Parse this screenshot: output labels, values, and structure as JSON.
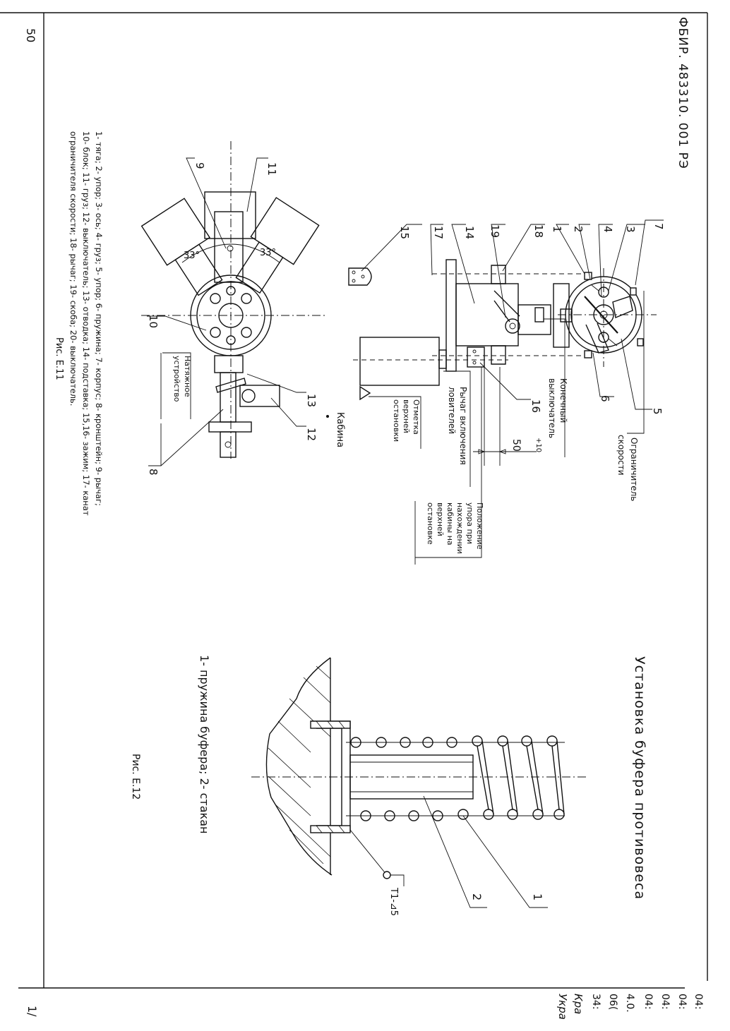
{
  "sheet": {
    "doc_code": "ФБИР. 483310. 001 РЭ",
    "page_number": "50",
    "bottom_mark": "1/",
    "margin_notes": [
      "04:",
      "04:",
      "04:",
      "04:",
      "4.0.",
      "06(",
      "34:",
      "Кра",
      "Укра"
    ]
  },
  "fig_e11": {
    "caption": "Рис. Е.11",
    "legend_lines": [
      "1- тяга; 2- упор; 3- ось; 4- груз; 5- упор; 6- пружина; 7- корпус; 8- кронштейн; 9- рычаг;",
      "10- блок; 11- груз; 12- выключатель; 13- отводка; 14- подставка; 15,16- зажим; 17- канат",
      "ограничителя скорости; 18- рычаг; 19- скоба; 20- выключатель."
    ],
    "labels": {
      "speed_limiter": [
        "Ограничитель",
        "скорости"
      ],
      "limit_switch": [
        "Конечный",
        "выключатель"
      ],
      "lever": [
        "Рычаг включения",
        "ловителей"
      ],
      "top_stop_mark": [
        "Отметка",
        "верхней",
        "остановки"
      ],
      "stop_position": [
        "Положение",
        "упора при",
        "нахождении",
        "кабины на",
        "верхней",
        "остановке"
      ],
      "cabin": "Кабина",
      "tensioner": [
        "Натяжное",
        "устройство"
      ]
    },
    "dimension": "50",
    "dimension_tol": "+10",
    "angle_left": "33°",
    "angle_right": "33°",
    "callouts": [
      "1",
      "2",
      "3",
      "4",
      "5",
      "6",
      "7",
      "8",
      "9",
      "10",
      "11",
      "12",
      "13",
      "14",
      "15",
      "16",
      "17",
      "18",
      "19"
    ]
  },
  "fig_e12": {
    "title": "Установка буфера противовеса",
    "caption": "Рис. Е.12",
    "legend": "1- пружина буфера; 2- стакан",
    "weld_symbol": "Т1-⊿5",
    "callouts": [
      "1",
      "2"
    ]
  }
}
